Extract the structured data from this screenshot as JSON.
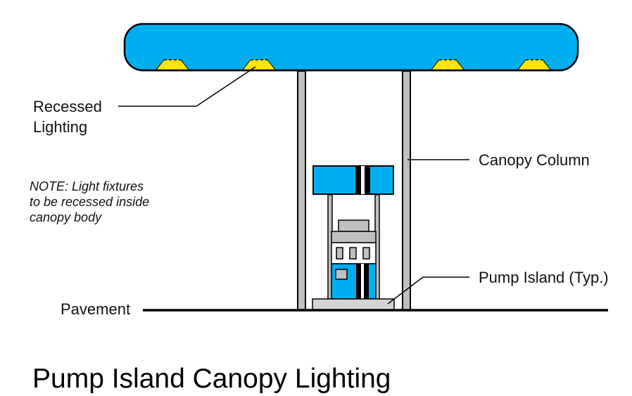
{
  "diagram": {
    "title": "Pump Island Canopy Lighting",
    "colors": {
      "canopy_fill": "#00aeef",
      "light_fill": "#ffe500",
      "column_fill": "#c0c0c0",
      "island_fill": "#d4d4d4",
      "outline": "#000000",
      "background": "#ffffff"
    },
    "labels": {
      "recessed_lighting": [
        "Recessed",
        "Lighting"
      ],
      "canopy_column": "Canopy Column",
      "pump_island": "Pump Island (Typ.)",
      "pavement": "Pavement"
    },
    "note": {
      "lines": [
        "NOTE: Light fixtures",
        "to be recessed inside",
        "canopy body"
      ]
    },
    "components": {
      "recessed_light_count": 4,
      "canopy_column_count": 2,
      "pump_display_windows": 3
    }
  }
}
